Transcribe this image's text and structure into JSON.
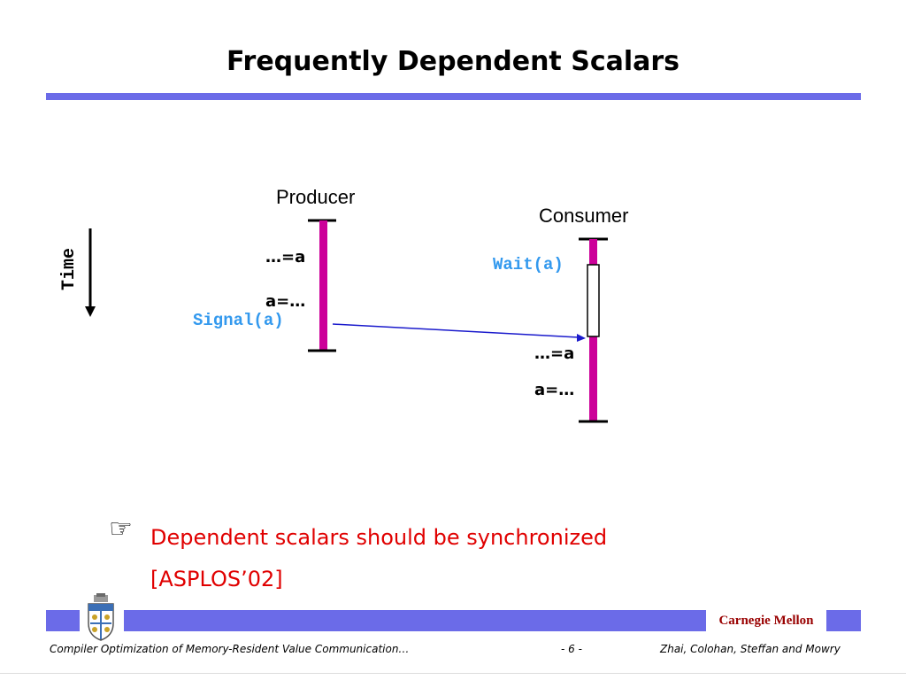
{
  "slide": {
    "title": "Frequently Dependent Scalars"
  },
  "diagram": {
    "producer_label": "Producer",
    "consumer_label": "Consumer",
    "time_label": "Time",
    "producer_use": "…=a",
    "producer_def": "a=…",
    "signal": "Signal(a)",
    "wait": "Wait(a)",
    "consumer_use": "…=a",
    "consumer_def": "a=…"
  },
  "bullet": {
    "line1": "Dependent scalars should be synchronized",
    "line2": "[ASPLOS’02]"
  },
  "footer": {
    "org": "Carnegie Mellon",
    "left": "Compiler Optimization of Memory-Resident Value Communication…",
    "page": "- 6 -",
    "right": "Zhai, Colohan, Steffan and Mowry"
  },
  "colors": {
    "accent": "#6b6be8",
    "bar": "#cc0099",
    "sync_text": "#3399ee",
    "bullet_text": "#e00000",
    "arrow": "#1a1acc",
    "org_text": "#990000"
  }
}
